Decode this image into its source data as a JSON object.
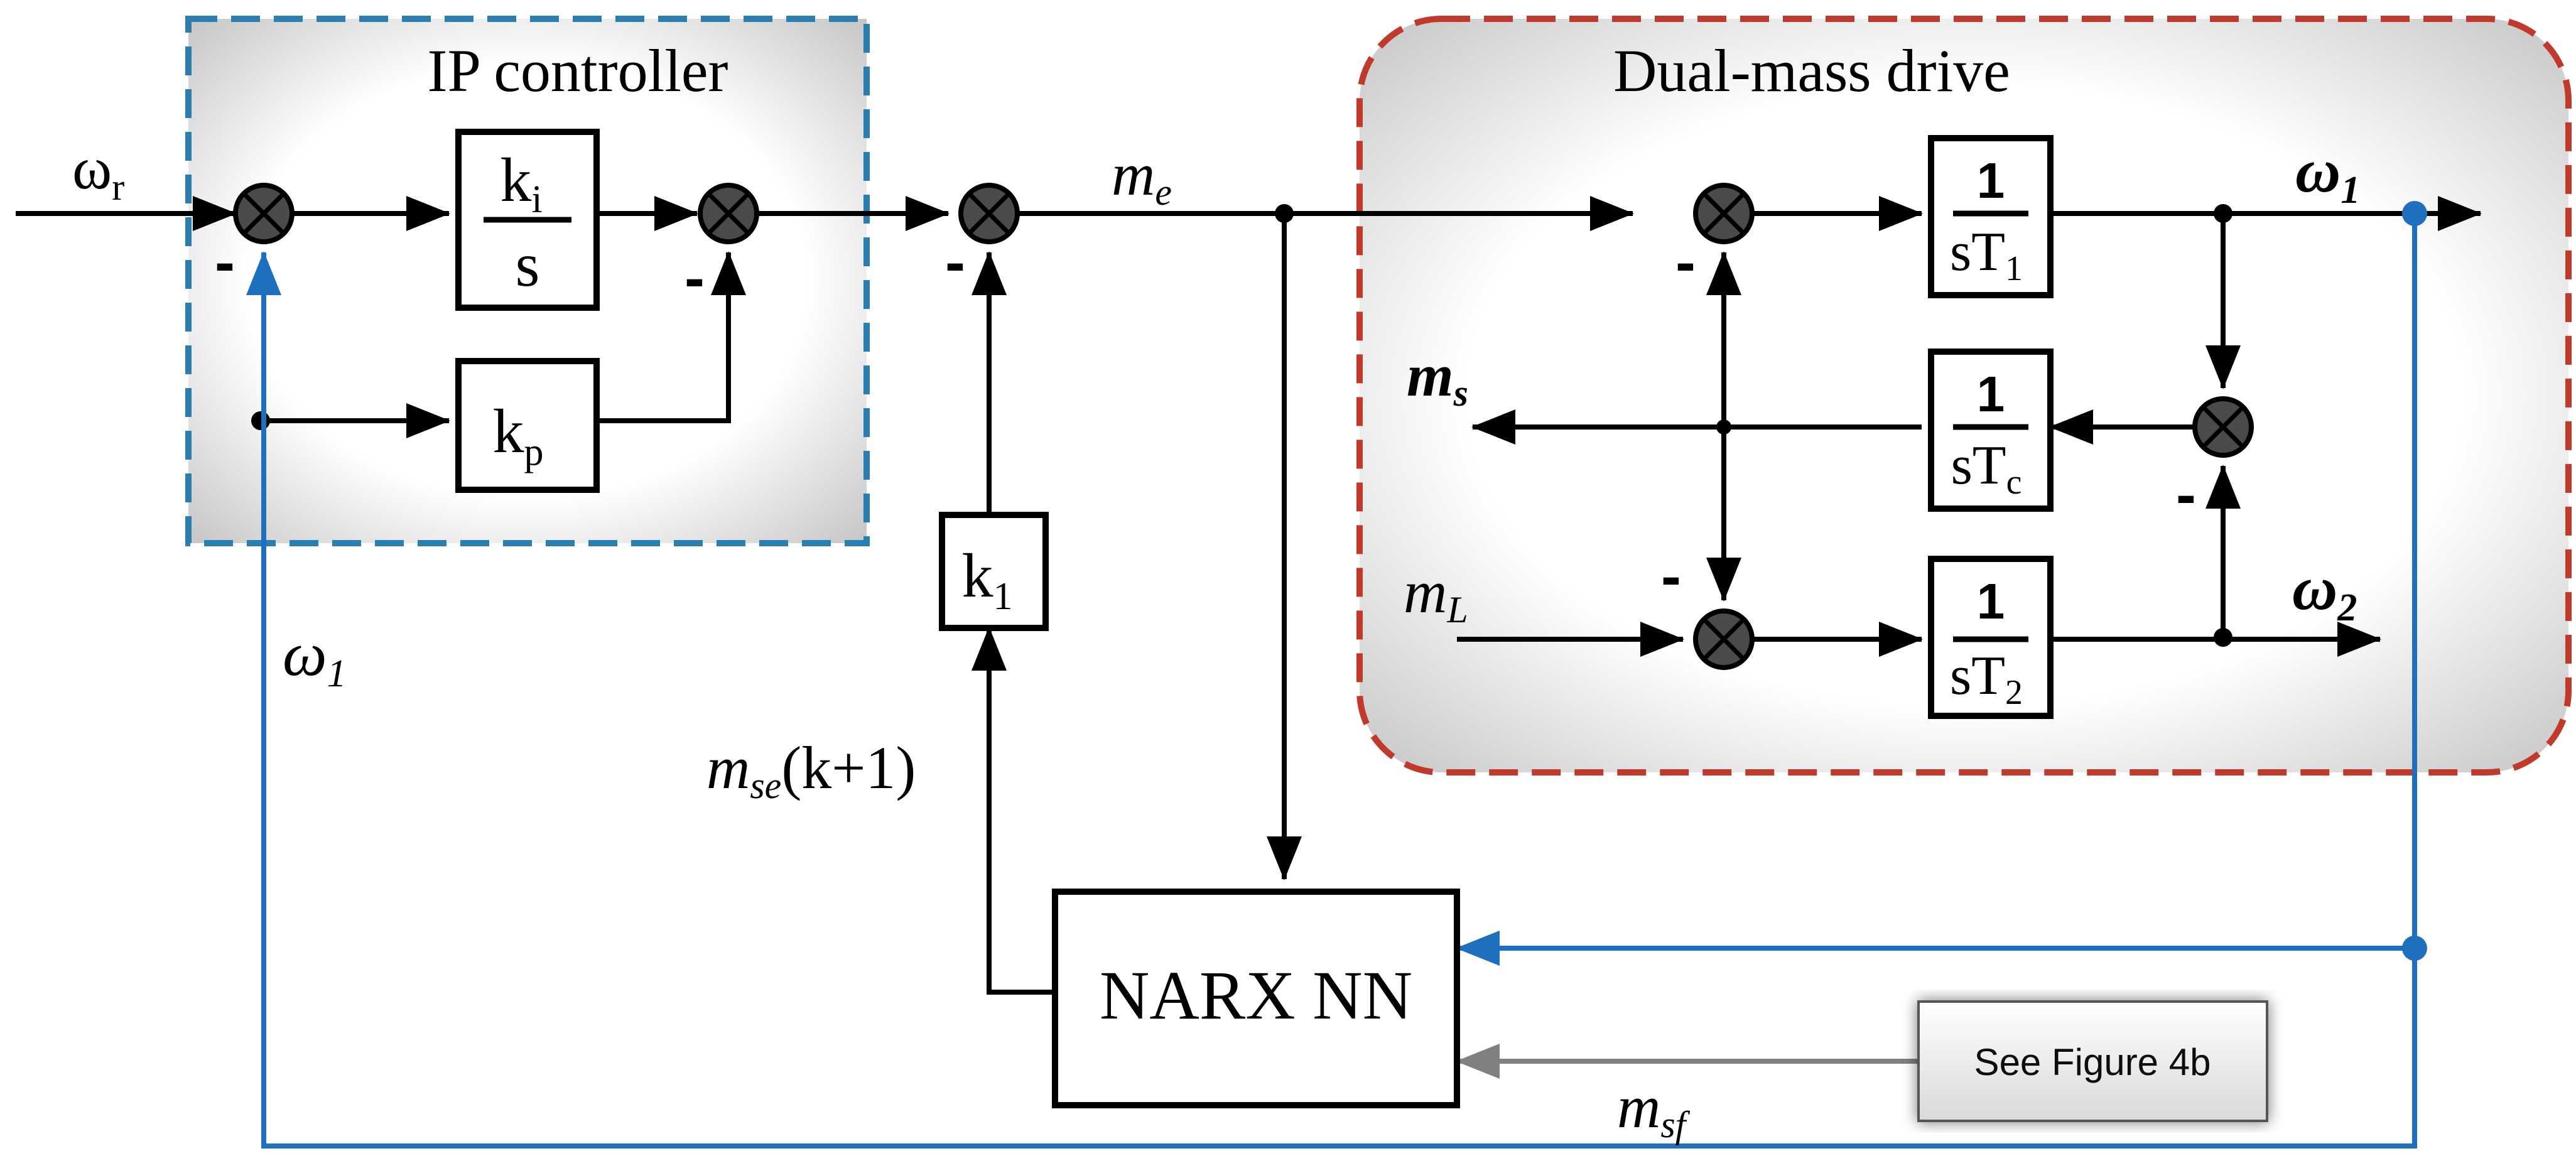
{
  "groups": {
    "ip_controller": "IP controller",
    "dual_mass_drive": "Dual-mass drive"
  },
  "signals": {
    "omega_r": {
      "base": "ω",
      "sub": "r"
    },
    "m_e": {
      "base": "m",
      "sub": "e"
    },
    "omega_1": {
      "base": "ω",
      "sub": "1"
    },
    "omega_2": {
      "base": "ω",
      "sub": "2"
    },
    "m_s": {
      "base": "m",
      "sub": "s"
    },
    "m_L": {
      "base": "m",
      "sub": "L"
    },
    "m_se": {
      "base": "m",
      "sub": "se",
      "suffix": "(k+1)"
    },
    "m_sf": {
      "base": "m",
      "sub": "sf"
    }
  },
  "blocks": {
    "ki_s": {
      "num": "k",
      "num_sub": "i",
      "den": "s"
    },
    "kp": {
      "base": "k",
      "sub": "p"
    },
    "k1": {
      "base": "k",
      "sub": "1"
    },
    "sT1": {
      "num": "1",
      "den": "sT",
      "den_sub": "1"
    },
    "sTc": {
      "num": "1",
      "den": "sT",
      "den_sub": "c"
    },
    "sT2": {
      "num": "1",
      "den": "sT",
      "den_sub": "2"
    },
    "narx": "NARX NN",
    "see_figure": "See Figure 4b"
  },
  "minus_sign": "-"
}
